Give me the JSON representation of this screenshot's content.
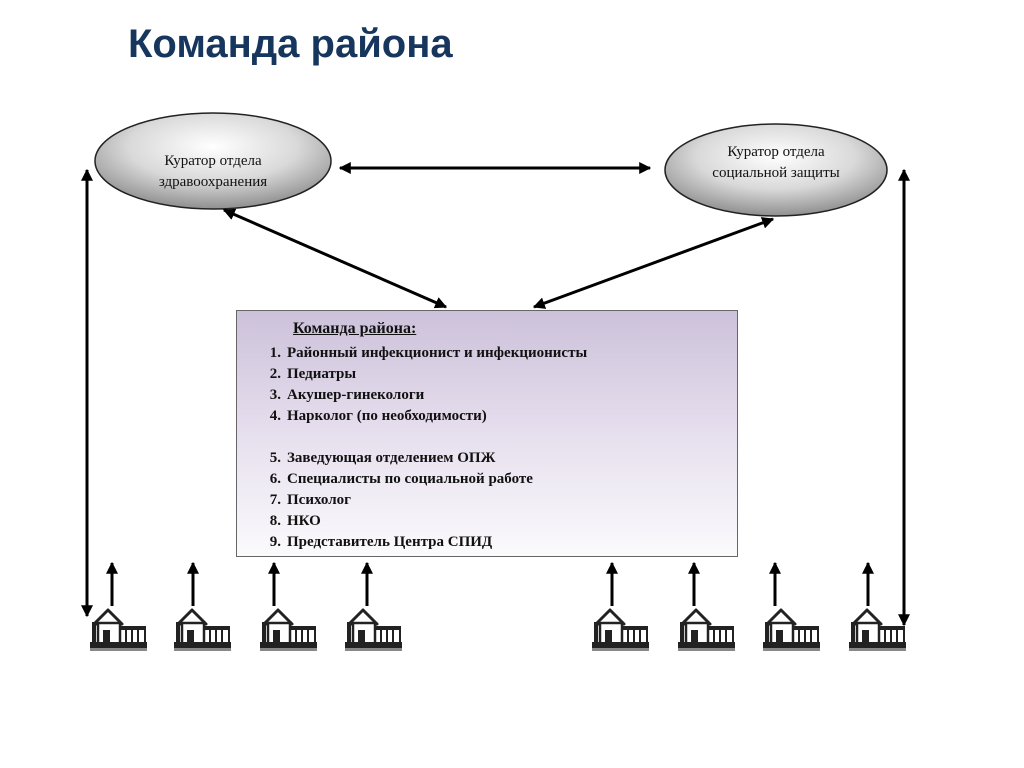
{
  "title": "Команда района",
  "nodes": {
    "health_curator": "Куратор отдела здравоохранения",
    "social_curator": "Куратор отдела социальной защиты"
  },
  "team": {
    "heading": "Команда района:",
    "members": [
      {
        "num": "1.",
        "label": "Районный инфекционист и инфекционисты"
      },
      {
        "num": "2.",
        "label": "Педиатры"
      },
      {
        "num": "3.",
        "label": "Акушер-гинекологи"
      },
      {
        "num": "4.",
        "label": "Нарколог (по необходимости)"
      },
      {
        "num": "5.",
        "label": "Заведующая отделением ОПЖ"
      },
      {
        "num": "6.",
        "label": "Специалисты по социальной работе"
      },
      {
        "num": "7.",
        "label": "Психолог"
      },
      {
        "num": "8.",
        "label": "НКО"
      },
      {
        "num": "9.",
        "label": "Представитель Центра СПИД"
      }
    ]
  },
  "icons": {
    "institution": "building-icon",
    "arrow": "arrow-icon"
  }
}
